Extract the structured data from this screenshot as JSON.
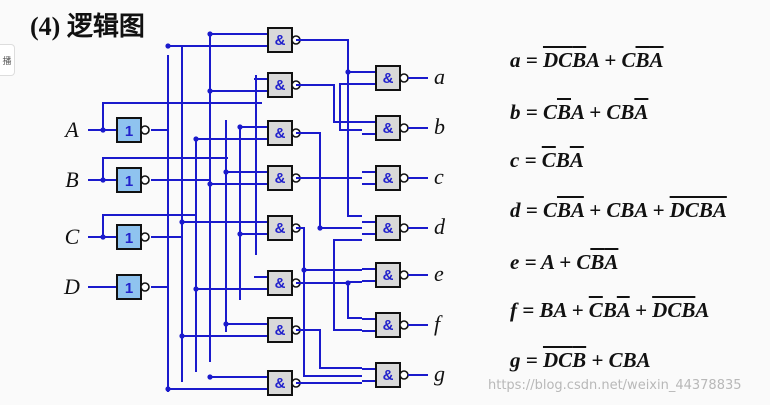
{
  "title": "(4) 逻辑图",
  "side_tab": "播",
  "inputs": [
    "A",
    "B",
    "C",
    "D"
  ],
  "outputs": [
    "a",
    "b",
    "c",
    "d",
    "e",
    "f",
    "g"
  ],
  "inverter_symbol": "1",
  "and_symbol": "&",
  "equations": [
    {
      "lhs": "a",
      "rhs": [
        {
          "t": "DC",
          "ov": true
        },
        {
          "t": "B",
          "ov": true
        },
        {
          "t": "A",
          "ov": false
        },
        {
          "t": " + C",
          "ov": false
        },
        {
          "t": "B",
          "ov": true
        },
        {
          "t": "A",
          "ov": true
        }
      ]
    },
    {
      "lhs": "b",
      "rhs": [
        {
          "t": "C",
          "ov": false
        },
        {
          "t": "B",
          "ov": true
        },
        {
          "t": "A",
          "ov": false
        },
        {
          "t": " + CB",
          "ov": false
        },
        {
          "t": "A",
          "ov": true
        }
      ]
    },
    {
      "lhs": "c",
      "rhs": [
        {
          "t": "C",
          "ov": true
        },
        {
          "t": "B",
          "ov": false
        },
        {
          "t": "A",
          "ov": true
        }
      ]
    },
    {
      "lhs": "d",
      "rhs": [
        {
          "t": "C",
          "ov": false
        },
        {
          "t": "B",
          "ov": true
        },
        {
          "t": "A",
          "ov": true
        },
        {
          "t": " + CBA + ",
          "ov": false
        },
        {
          "t": "DCBA",
          "ov": true
        }
      ]
    },
    {
      "lhs": "e",
      "rhs": [
        {
          "t": "A + C",
          "ov": false
        },
        {
          "t": "B",
          "ov": true
        },
        {
          "t": "A",
          "ov": true
        }
      ]
    },
    {
      "lhs": "f",
      "rhs": [
        {
          "t": "BA + ",
          "ov": false
        },
        {
          "t": "C",
          "ov": true
        },
        {
          "t": "B",
          "ov": false
        },
        {
          "t": "A",
          "ov": true
        },
        {
          "t": " + ",
          "ov": false
        },
        {
          "t": "DCB",
          "ov": true
        },
        {
          "t": "A",
          "ov": false
        }
      ]
    },
    {
      "lhs": "g",
      "rhs": [
        {
          "t": "DC",
          "ov": true
        },
        {
          "t": "B",
          "ov": true
        },
        {
          "t": " + CBA",
          "ov": false
        }
      ]
    }
  ],
  "watermark": "https://blog.csdn.net/weixin_44378835",
  "colors": {
    "wire": "#1a1acc",
    "gate_fill": "#d9d9d9",
    "inverter_fill": "#8fc3ef",
    "gate_border": "#111111"
  }
}
